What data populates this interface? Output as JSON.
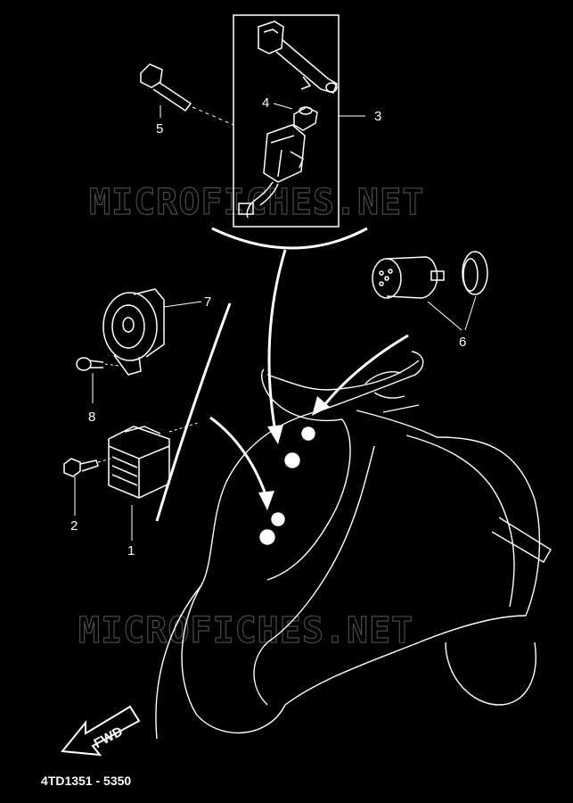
{
  "watermark": "MICROFICHES.NET",
  "callouts": [
    {
      "id": "1",
      "label": "1"
    },
    {
      "id": "2",
      "label": "2"
    },
    {
      "id": "3",
      "label": "3"
    },
    {
      "id": "4",
      "label": "4"
    },
    {
      "id": "5",
      "label": "5"
    },
    {
      "id": "6",
      "label": "6"
    },
    {
      "id": "7",
      "label": "7"
    },
    {
      "id": "8",
      "label": "8"
    }
  ],
  "direction_label": "FWD",
  "diagram_code": "4TD1351 - 5350",
  "colors": {
    "background": "#000000",
    "line": "#ffffff",
    "watermark": "#4a4a4a"
  }
}
